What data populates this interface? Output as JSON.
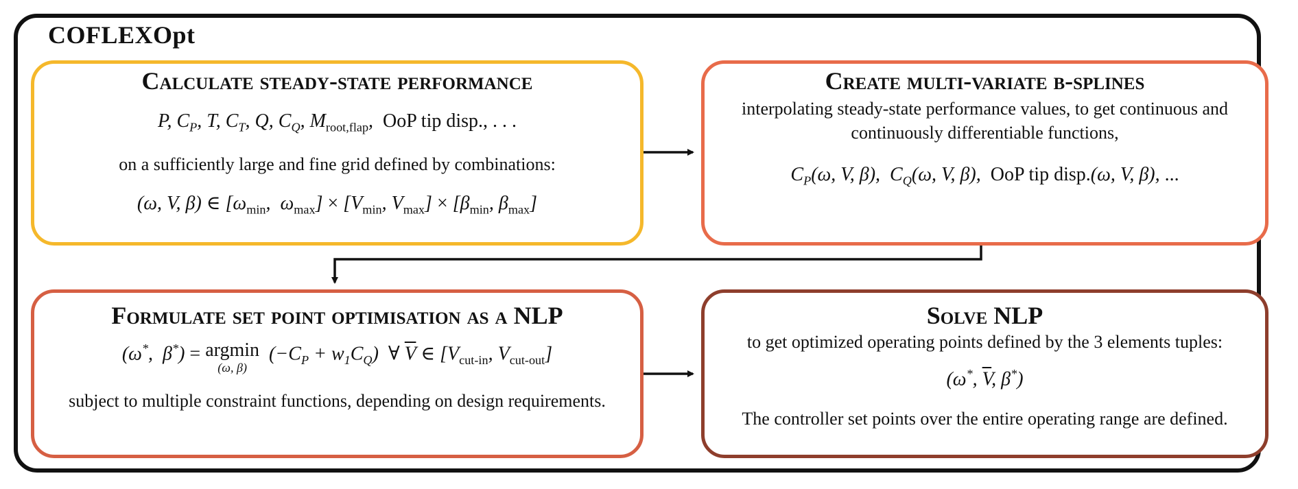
{
  "app_title": "COFLEXOpt",
  "boxes": {
    "calculate": {
      "title": "Calculate steady-state performance",
      "formula_outputs": "P, C_P, T, C_T, Q, C_Q, M_root,flap, OoP tip disp., . . .",
      "text": "on a sufficiently large and fine grid defined by combinations:",
      "formula_grid": "(ω, V, β) ∈ [ω_min, ω_max] × [V_min, V_max] × [β_min, β_max]"
    },
    "splines": {
      "title": "Create multi-variate b-splines",
      "text_line1": "interpolating steady-state performance values, to get continuous and",
      "text_line2": "continuously differentiable functions,",
      "formula": "C_P(ω, V, β), C_Q(ω, V, β), OoP tip disp.(ω, V, β), ..."
    },
    "formulate": {
      "title": "Formulate set point optimisation as a NLP",
      "formula": "(ω*, β*) = argmin_(ω, β) (−C_P + w_1 C_Q) ∀ V̄ ∈ [V_cut-in, V_cut-out]",
      "text": "subject to multiple constraint functions, depending on design requirements."
    },
    "solve": {
      "title": "Solve NLP",
      "text_line1": "to get optimized operating points defined by the 3 elements tuples:",
      "formula": "(ω*, V̄, β*)",
      "text_line2": "The controller set points over the entire operating range are defined."
    }
  },
  "colors": {
    "calculate_border": "#f5b82b",
    "splines_border": "#e86b4a",
    "formulate_border": "#d65f43",
    "solve_border": "#8e3e2c",
    "frame_border": "#111111"
  }
}
